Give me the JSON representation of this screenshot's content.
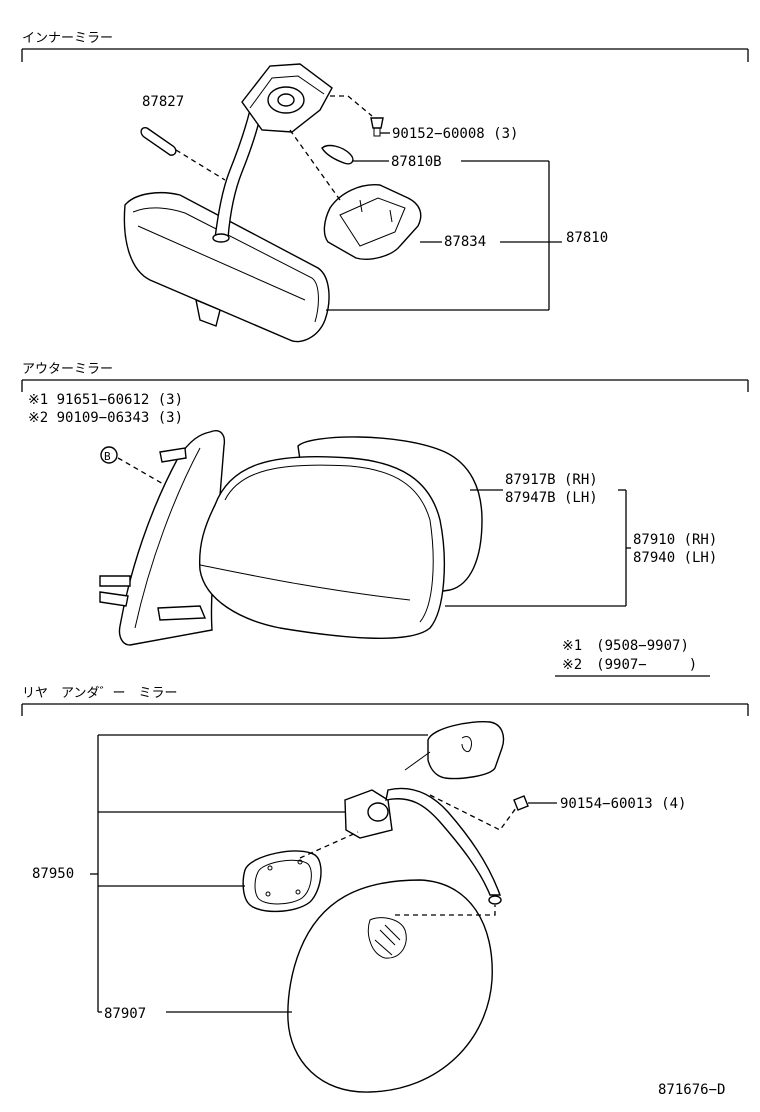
{
  "sections": {
    "inner": "インナーミラー",
    "outer": "アウターミラー",
    "rear": "リヤ　アンダ゛ー　ミラー"
  },
  "labels": {
    "p87827": "87827",
    "p90152": "90152−60008 (3)",
    "p87810B": "87810B",
    "p87834": "87834",
    "p87810": "87810",
    "note1": "※1 91651−60612 (3)",
    "note2": "※2 90109−06343 (3)",
    "bolt_mark": "B",
    "p87917B": "87917B (RH)",
    "p87947B": "87947B (LH)",
    "p87910": "87910 (RH)",
    "p87940": "87940 (LH)",
    "period1": "※1　(9508−9907)",
    "period2": "※2　(9907−　　　)",
    "p90154": "90154−60013 (4)",
    "p87950": "87950",
    "p87907": "87907",
    "drawing_no": "871676−D"
  }
}
